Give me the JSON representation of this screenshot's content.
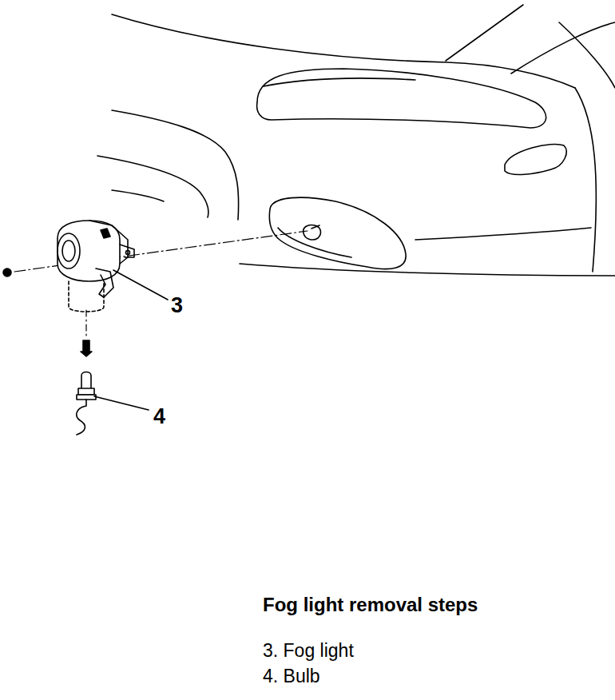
{
  "diagram": {
    "title": "Fog light removal steps",
    "labels": [
      "3",
      "4",
      "3. Fog light",
      "4. Bulb"
    ]
  }
}
